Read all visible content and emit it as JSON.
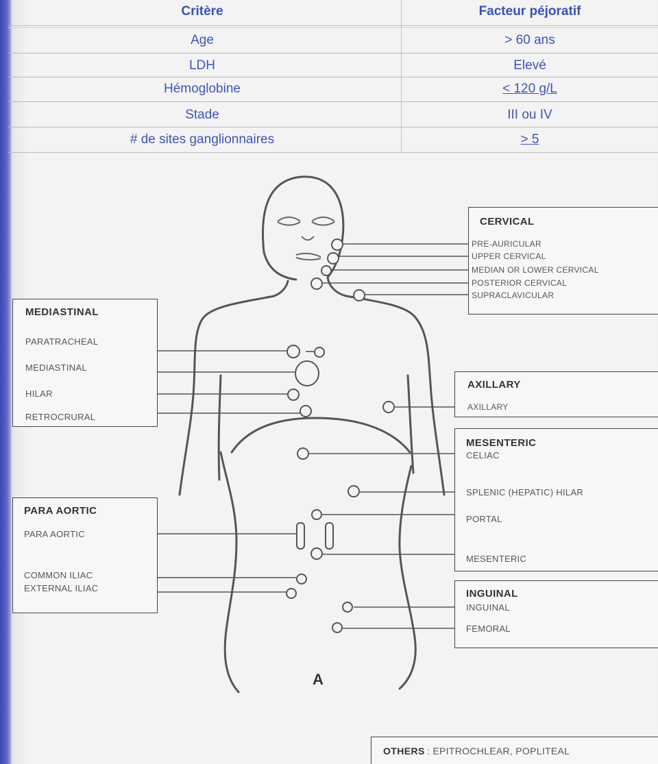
{
  "table": {
    "header": {
      "critere": "Critère",
      "facteur": "Facteur péjoratif"
    },
    "rows": [
      {
        "critere": "Age",
        "facteur": "> 60 ans"
      },
      {
        "critere": "LDH",
        "facteur": "Elevé"
      },
      {
        "critere": "Hémoglobine",
        "facteur": "< 120 g/L"
      },
      {
        "critere": "Stade",
        "facteur": "III ou IV"
      },
      {
        "critere": "# de sites ganglionnaires",
        "facteur": "> 5"
      }
    ]
  },
  "diagram": {
    "cervical": {
      "title": "CERVICAL",
      "items": [
        "PRE-AURICULAR",
        "UPPER CERVICAL",
        "MEDIAN OR LOWER CERVICAL",
        "POSTERIOR CERVICAL",
        "SUPRACLAVICULAR"
      ]
    },
    "mediastinal": {
      "title": "MEDIASTINAL",
      "items": [
        "PARATRACHEAL",
        "MEDIASTINAL",
        "HILAR",
        "RETROCRURAL"
      ]
    },
    "axillary": {
      "title": "AXILLARY",
      "items": [
        "AXILLARY"
      ]
    },
    "mesenteric": {
      "title": "MESENTERIC",
      "items": [
        "CELIAC",
        "SPLENIC (HEPATIC) HILAR",
        "PORTAL",
        "MESENTERIC"
      ]
    },
    "para_aortic": {
      "title": "PARA AORTIC",
      "items": [
        "PARA AORTIC",
        "COMMON ILIAC",
        "EXTERNAL ILIAC"
      ]
    },
    "inguinal": {
      "title": "INGUINAL",
      "items": [
        "INGUINAL",
        "FEMORAL"
      ]
    },
    "figure_label": "A",
    "others": {
      "title": "OTHERS",
      "text": ": EPITROCHLEAR, POPLITEAL"
    }
  }
}
